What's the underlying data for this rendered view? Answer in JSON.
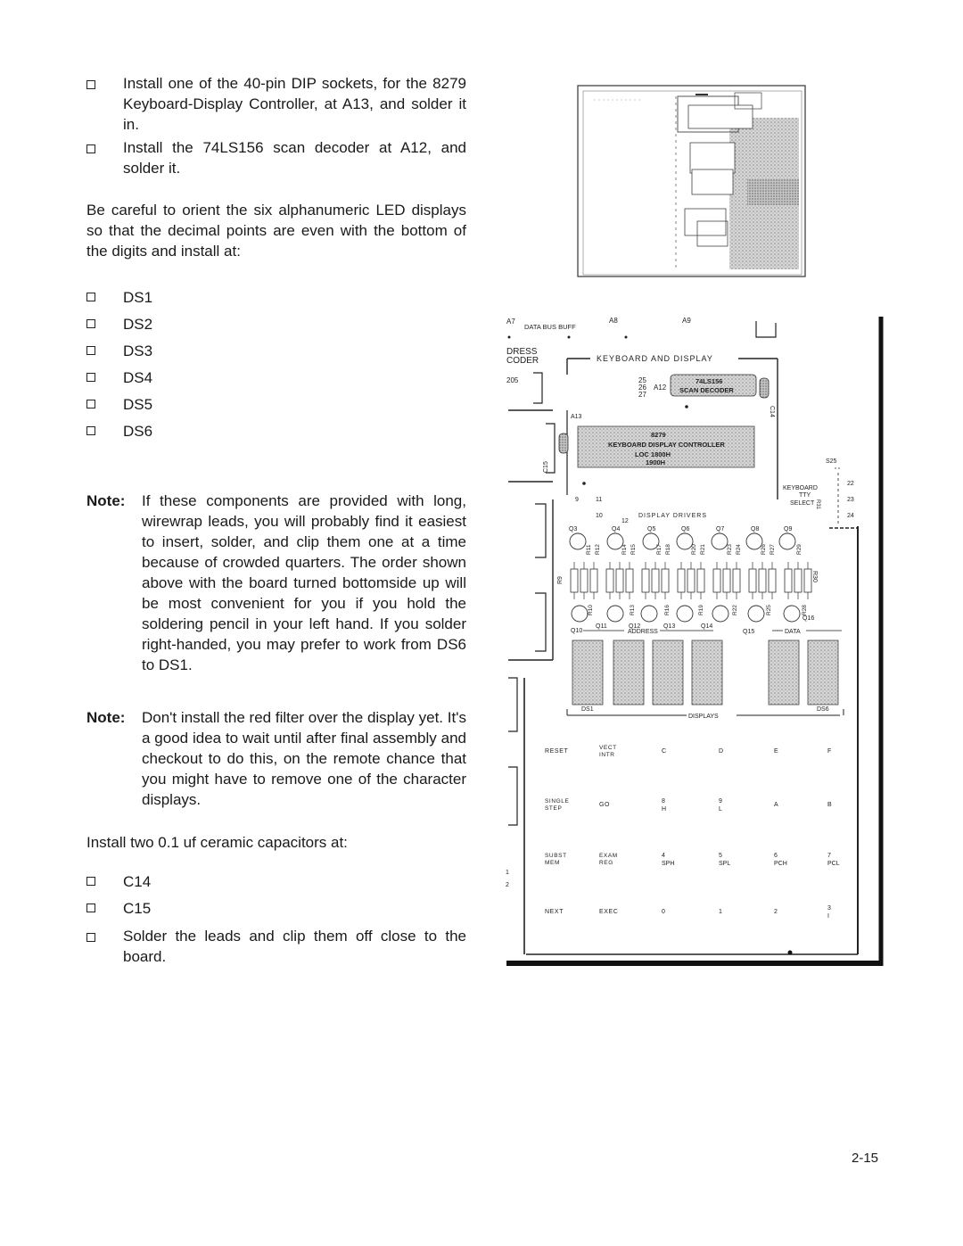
{
  "steps_top": [
    "Install one of the 40-pin DIP sockets, for the 8279 Keyboard-Display Controller, at A13, and solder it in.",
    "Install the 74LS156 scan decoder at A12, and solder it."
  ],
  "orient_para": "Be careful to orient the six alphanumeric LED displays so that the decimal points are even with the bottom of the digits and install at:",
  "ds_items": [
    "DS1",
    "DS2",
    "DS3",
    "DS4",
    "DS5",
    "DS6"
  ],
  "note1": {
    "label": "Note:",
    "text": "If these components are provided with long, wirewrap leads, you will probably find it easiest to insert, solder, and clip them one at a time because of crowded quarters. The order shown above with the board turned bottomside up will be most convenient for you if you hold the soldering pencil in your left hand. If you solder right-handed, you may prefer to work from DS6 to DS1."
  },
  "note2": {
    "label": "Note:",
    "text": "Don't install the red filter over the display yet. It's a good idea to wait until after final assembly and checkout to do this, on the remote chance that you might have to remove one of the character displays."
  },
  "cap_intro": "Install two 0.1 uf ceramic capacitors at:",
  "cap_items": [
    "C14",
    "C15"
  ],
  "final_step": "Solder the leads and clip them off close to the board.",
  "page_number": "2-15",
  "diagram": {
    "top_labels": [
      "A7",
      "DATA BUS BUFF",
      "A8",
      "A9"
    ],
    "left_partial": [
      "DRESS",
      "CODER",
      "205"
    ],
    "section_title": "KEYBOARD AND DISPLAY",
    "decoder_pins": [
      "25",
      "26",
      "27"
    ],
    "a12": "A12",
    "decoder_chip": [
      "74LS156",
      "SCAN DECODER"
    ],
    "c14": "C14",
    "a13": "A13",
    "controller_chip": [
      "8279",
      "KEYBOARD DISPLAY CONTROLLER",
      "LOC 1800H",
      "1900H"
    ],
    "c15": "C15",
    "s25": "S25",
    "kbd_select": [
      "KEYBOARD",
      "TTY",
      "SELECT"
    ],
    "r31": "R31",
    "switch_pins": [
      "22",
      "23",
      "24"
    ],
    "small_nums": [
      "9",
      "11",
      "10",
      "12"
    ],
    "drivers_label": "DISPLAY DRIVERS",
    "top_transistors": [
      "Q3",
      "Q4",
      "Q5",
      "Q6",
      "Q7",
      "Q8",
      "Q9"
    ],
    "top_resistors": [
      "R11",
      "R12",
      "R14",
      "R15",
      "R17",
      "R18",
      "R20",
      "R21",
      "R23",
      "R24",
      "R26",
      "R27",
      "R29"
    ],
    "side_resistors": [
      "R9",
      "R30"
    ],
    "bottom_resistors": [
      "R10",
      "R13",
      "R16",
      "R19",
      "R22",
      "R25",
      "R28"
    ],
    "bottom_transistors": [
      "Q10",
      "Q11",
      "Q12",
      "Q13",
      "Q14",
      "Q15",
      "Q16"
    ],
    "address_label": "ADDRESS",
    "data_label": "DATA",
    "ds_left": "DS1",
    "ds_right": "DS6",
    "displays_label": "DISPLAYS",
    "keys": [
      [
        "RESET",
        "VECT INTR",
        "C",
        "D",
        "E",
        "F"
      ],
      [
        "SINGLE STEP",
        "GO",
        "8 H",
        "9 L",
        "A",
        "B"
      ],
      [
        "SUBST MEM",
        "EXAM REG",
        "4 SPH",
        "5 SPL",
        "6 PCH",
        "7 PCL"
      ],
      [
        "NEXT",
        "EXEC",
        "0",
        "1",
        "2",
        "3 I"
      ]
    ],
    "edge_nums": [
      "1",
      "2"
    ]
  }
}
